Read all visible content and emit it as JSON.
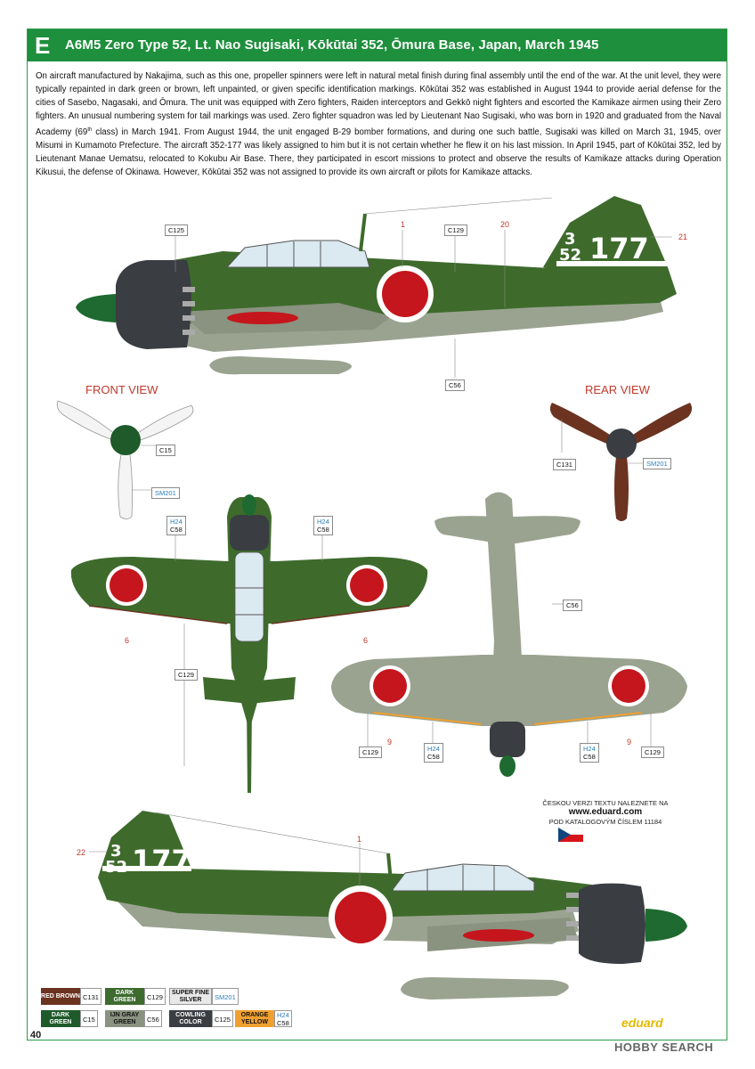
{
  "header": {
    "letter": "E",
    "title": "A6M5 Zero Type 52, Lt. Nao Sugisaki, Kōkūtai 352, Ōmura Base, Japan, March 1945"
  },
  "description": "On aircraft manufactured by Nakajima, such as this one, propeller spinners were left in natural metal finish during final assembly until the end of the war. At the unit level, they were typically repainted in dark green or brown, left unpainted, or given specific identification markings. Kōkūtai 352 was established in August 1944 to provide aerial defense for the cities of Sasebo, Nagasaki, and Ōmura. The unit was equipped with Zero fighters, Raiden interceptors and Gekkō night fighters and escorted the Kamikaze airmen using their Zero fighters. An unusual numbering system for tail markings was used. Zero fighter squadron was led by Lieutenant Nao Sugisaki, who was born in 1920 and graduated from the Naval Academy (69th class) in March 1941. From August 1944, the unit engaged B-29 bomber formations, and during one such battle, Sugisaki was killed on March 31, 1945, over Misumi in Kumamoto Prefecture. The aircraft 352-177 was likely assigned to him but it is not certain whether he flew it on his last mission. In April 1945, part of Kōkūtai 352, led by Lieutenant Manae Uematsu, relocated to Kokubu Air Base. There, they participated in escort missions to protect and observe the results of Kamikaze attacks during Operation Kikusui, the defense of Okinawa. However, Kōkūtai 352 was not assigned to provide its own aircraft or pilots for Kamikaze attacks.",
  "tail_code": {
    "top": "3",
    "bottom": "52",
    "number": "177"
  },
  "views": {
    "front": "FRONT VIEW",
    "rear": "REAR VIEW"
  },
  "callouts": {
    "c125": "C125",
    "c129": "C129",
    "c56": "C56",
    "c15": "C15",
    "sm201": "SM201",
    "c131": "C131",
    "h24": "H24",
    "c58": "C58"
  },
  "stencil_numbers": {
    "n1": "1",
    "n20": "20",
    "n21": "21",
    "n6": "6",
    "n9": "9",
    "n22": "22"
  },
  "czech_note": {
    "line1": "ČESKOU VERZI TEXTU NALEZNETE NA",
    "url": "www.eduard.com",
    "line2": "POD KATALOGOVÝM ČÍSLEM 11184"
  },
  "legend": [
    {
      "name": "RED BROWN",
      "code": "C131",
      "color": "#6b3320",
      "text_color": "#ffffff"
    },
    {
      "name": "DARK GREEN",
      "code": "C129",
      "color": "#3d6b2e",
      "text_color": "#ffffff"
    },
    {
      "name": "SUPER FINE SILVER",
      "code": "SM201",
      "color": "#e8e8e8",
      "text_color": "#111111"
    },
    {
      "name": "DARK GREEN",
      "code": "C15",
      "color": "#1e5a2a",
      "text_color": "#ffffff"
    },
    {
      "name": "IJN GRAY GREEN",
      "code": "C56",
      "color": "#8a9280",
      "text_color": "#111111"
    },
    {
      "name": "COWLING COLOR",
      "code": "C125",
      "color": "#3a3d42",
      "text_color": "#ffffff"
    },
    {
      "name": "ORANGE YELLOW",
      "code": "H24 C58",
      "color": "#f0a030",
      "text_color": "#111111"
    }
  ],
  "page_number": "40",
  "brand": "eduard",
  "watermark": "HOBBY SEARCH",
  "colors": {
    "header_green": "#1e8f3c",
    "upper_green": "#3e6b2c",
    "gray_green": "#9aa390",
    "hinomaru": "#c4161c",
    "cowling": "#3a3d42"
  }
}
